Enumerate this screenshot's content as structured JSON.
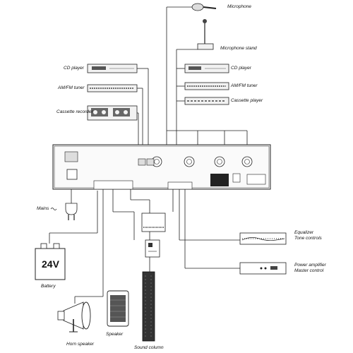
{
  "labels": {
    "microphone": "Microphone",
    "microphone_stand": "Microphone stand",
    "cd_player_left": "CD player",
    "amfm_tuner_left": "AM/FM tuner",
    "cassette_recorder": "Cassette recorder",
    "cd_player_right": "CD player",
    "amfm_tuner_right": "AM/FM tuner",
    "cassette_player": "Cassette player",
    "mains": "Mains",
    "battery": "Battery",
    "battery_voltage": "24V",
    "equalizer_line1": "Equalizer",
    "equalizer_line2": "Tone controls",
    "power_amp_line1": "Power amplifier",
    "power_amp_line2": "Master control",
    "horn_speaker": "Horn speaker",
    "speaker": "Speaker",
    "sound_column": "Sound column"
  },
  "colors": {
    "line": "#222222",
    "device_fill": "#f2f2f2",
    "dark": "#333333"
  }
}
